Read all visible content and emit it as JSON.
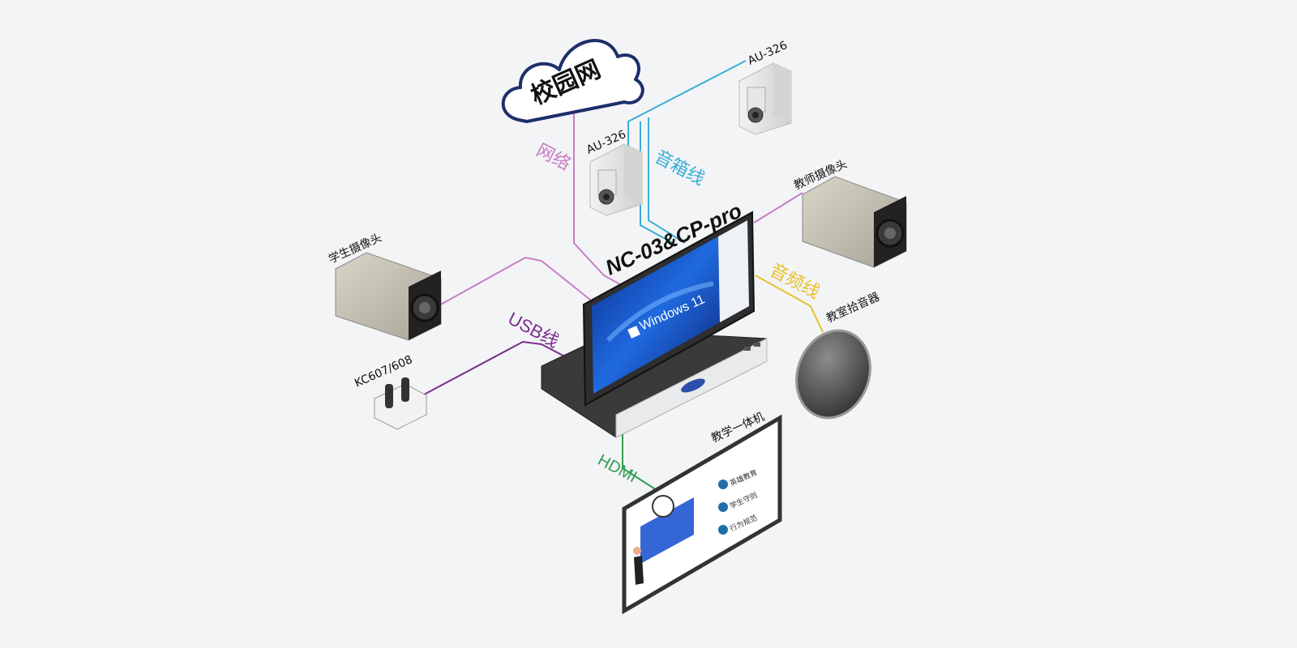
{
  "cloud": {
    "label": "校园网"
  },
  "hub": {
    "label": "NC-03&CP-pro",
    "screen_text": "Windows 11"
  },
  "cables": {
    "network": "网络",
    "speaker": "音箱线",
    "usb": "USB线",
    "audio": "音频线",
    "hdmi": "HDMI"
  },
  "devices": {
    "speaker_left": "AU-326",
    "speaker_right": "AU-326",
    "teacher_camera": "教师摄像头",
    "student_camera": "学生摄像头",
    "mic_receiver": "KC607/608",
    "ceiling_mic": "教室拾音器",
    "display": "教学一体机"
  },
  "display_menu": [
    "英雄教育",
    "学生守则",
    "行为规范"
  ],
  "colors": {
    "network": "#c77dc1",
    "speaker": "#3aaed8",
    "usb": "#7a2f8f",
    "audio": "#e5c22c",
    "hdmi": "#2f9e4f",
    "cloud_outline": "#1d2f6b",
    "background": "#f3f4f6"
  }
}
